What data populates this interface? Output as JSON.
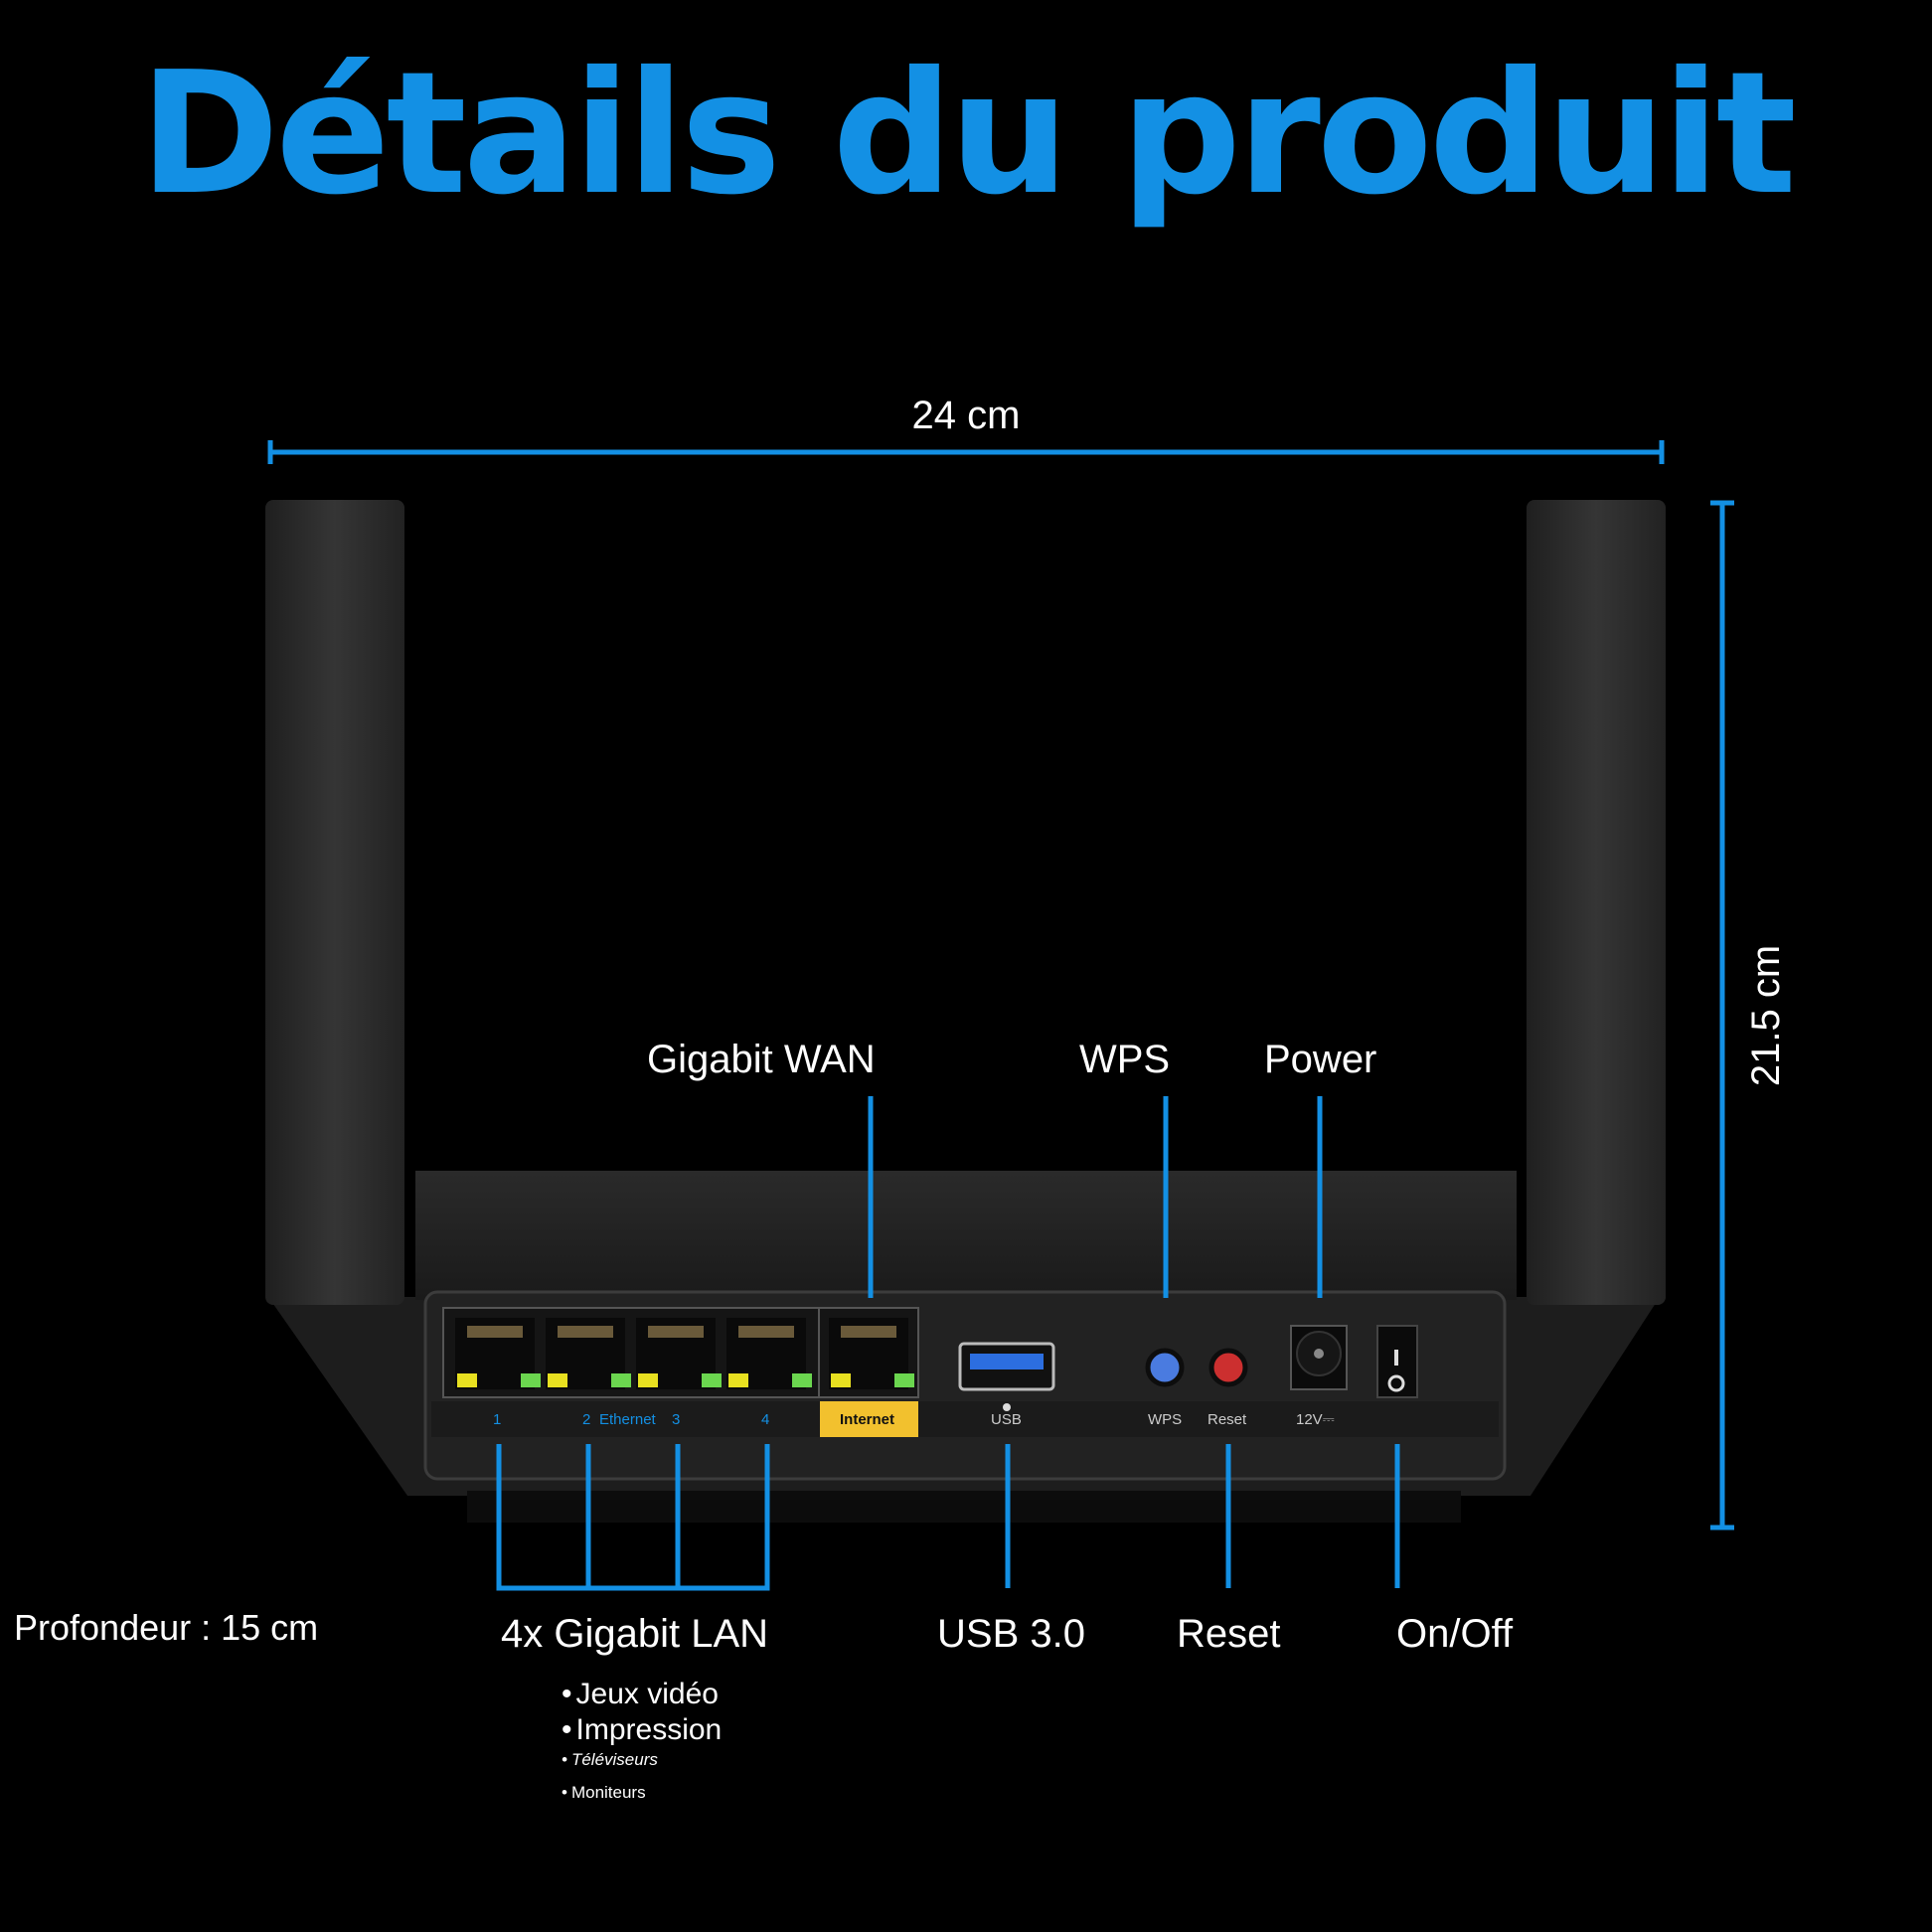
{
  "title": "Détails du produit",
  "colors": {
    "accent": "#1390e4",
    "body": "#2e2e2e",
    "antenna": "#303030",
    "internet_tag": "#f2c12e",
    "wps_button": "#4a7be0",
    "reset_button": "#cc2f2f"
  },
  "dimensions": {
    "width": "24 cm",
    "height": "21.5 cm",
    "depth": "Profondeur : 15 cm"
  },
  "callouts": {
    "gigabit_wan": "Gigabit WAN",
    "wps": "WPS",
    "power": "Power",
    "lan": "4x Gigabit LAN",
    "usb": "USB 3.0",
    "reset": "Reset",
    "onoff": "On/Off"
  },
  "lan_uses": [
    "Jeux vidéo",
    "Impression",
    "Téléviseurs",
    "Moniteurs"
  ],
  "panel_labels": {
    "port1": "1",
    "port2": "2",
    "ethernet": "Ethernet",
    "port3": "3",
    "port4": "4",
    "internet": "Internet",
    "usb": "USB",
    "wps": "WPS",
    "reset": "Reset",
    "power": "12V⎓"
  }
}
